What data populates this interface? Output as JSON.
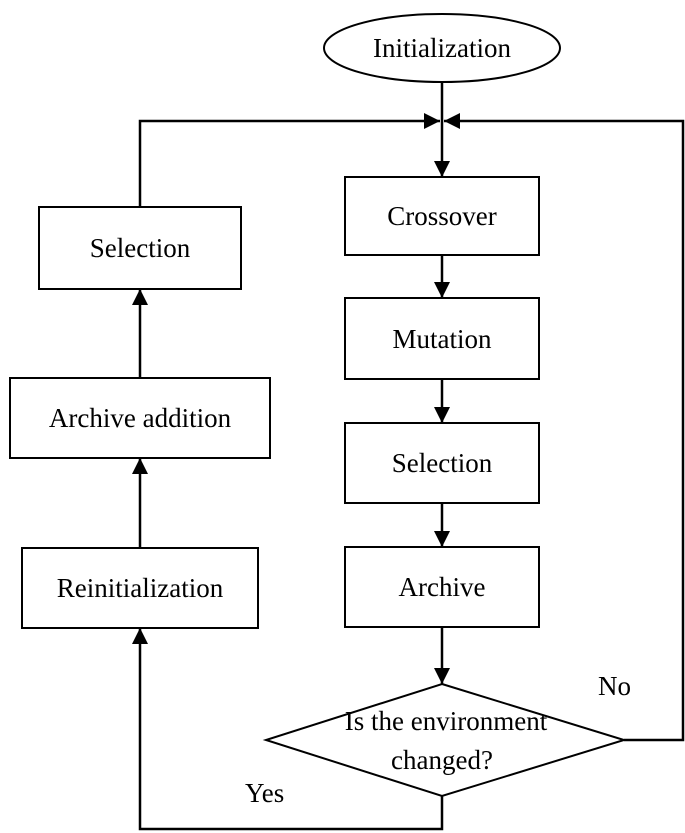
{
  "nodes": {
    "init": {
      "label": "Initialization"
    },
    "crossover": {
      "label": "Crossover"
    },
    "mutation": {
      "label": "Mutation"
    },
    "selection_main": {
      "label": "Selection"
    },
    "archive": {
      "label": "Archive"
    },
    "decision": {
      "line1": "Is the environment",
      "line2": "changed?"
    },
    "reinit": {
      "label": "Reinitialization"
    },
    "archive_addition": {
      "label": "Archive addition"
    },
    "selection_left": {
      "label": "Selection"
    }
  },
  "edges": {
    "no_label": "No",
    "yes_label": "Yes"
  },
  "colors": {
    "stroke": "#000000",
    "fill": "#ffffff"
  }
}
